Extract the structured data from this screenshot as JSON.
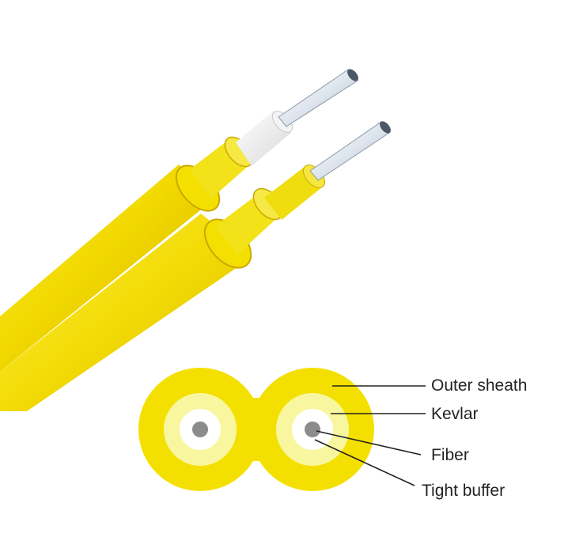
{
  "diagram": {
    "subject": "duplex-tight-buffered-fiber-cable",
    "labels": {
      "outer_sheath": "Outer sheath",
      "kevlar": "Kevlar",
      "fiber": "Fiber",
      "tight_buffer": "Tight buffer"
    }
  },
  "colors": {
    "background": "#ffffff",
    "jacket_yellow": "#f4e000",
    "jacket_shadow": "#d8b800",
    "kevlar_yellow": "#f8f7a0",
    "buffer_white": "#ffffff",
    "fiber_gray": "#8c8c8c",
    "leader_line": "#222222"
  }
}
